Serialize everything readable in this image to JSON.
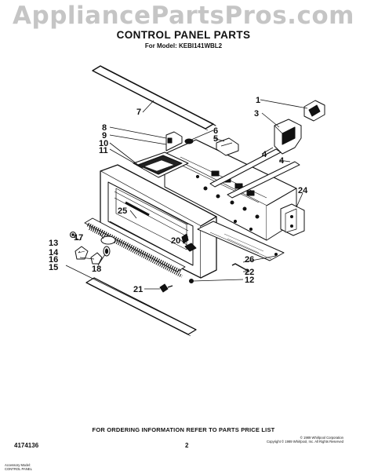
{
  "watermark": "AppliancePartsPros.com",
  "title": "CONTROL PANEL PARTS",
  "model": "For Model: KEBI141WBL2",
  "callouts": [
    "1",
    "3",
    "7",
    "8",
    "9",
    "10",
    "11",
    "6",
    "5",
    "4",
    "4",
    "24",
    "25",
    "20",
    "13",
    "14",
    "16",
    "17",
    "18",
    "15",
    "21",
    "26",
    "22",
    "12"
  ],
  "footer": {
    "order_info": "FOR ORDERING INFORMATION REFER TO PARTS PRICE LIST",
    "part_number": "4174136",
    "page_number": "2",
    "copyright_line1": "© 1989 Whirlpool Corporation",
    "copyright_line2": "Copyright © 1989 Whirlpool, Inc. All Rights Reserved",
    "accessory_line1": "Accessory Model:",
    "accessory_line2": "CONTROL PANEL"
  },
  "colors": {
    "ink": "#111111",
    "watermark": "#969696",
    "background": "#ffffff"
  }
}
